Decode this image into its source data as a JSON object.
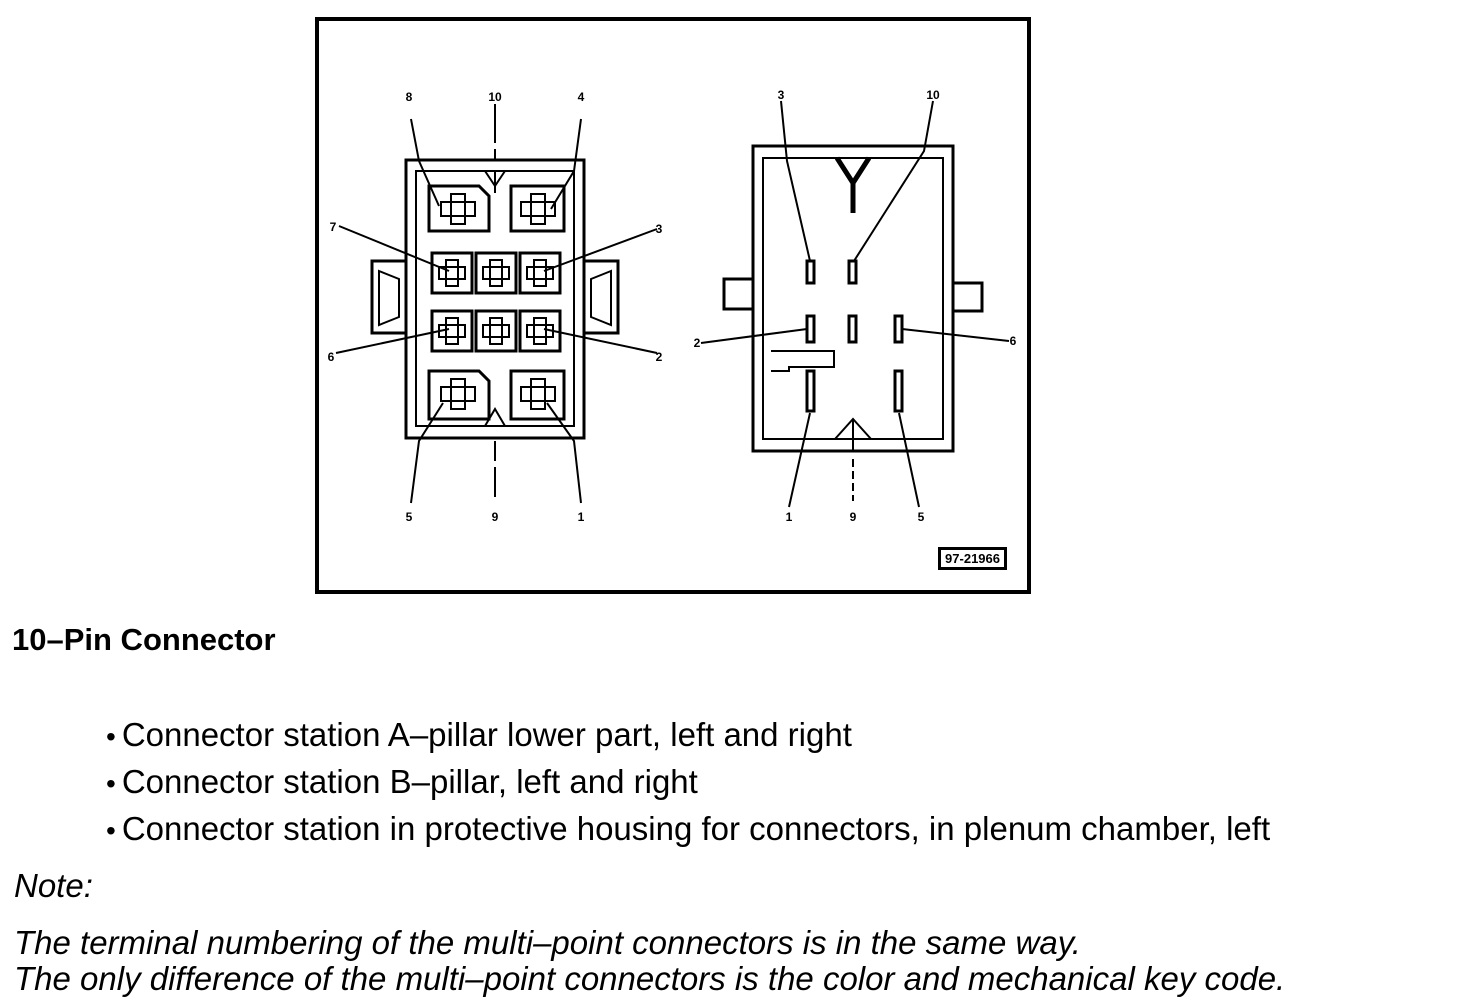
{
  "figure": {
    "ref_code": "97-21966",
    "left_connector": {
      "pin_labels": [
        "8",
        "10",
        "4",
        "7",
        "3",
        "6",
        "2",
        "5",
        "9",
        "1"
      ]
    },
    "right_connector": {
      "pin_labels": [
        "3",
        "10",
        "2",
        "6",
        "1",
        "9",
        "5"
      ]
    }
  },
  "heading": "10–Pin Connector",
  "bullets": [
    "Connector station A–pillar lower part, left and right",
    "Connector station B–pillar, left and right",
    "Connector station in protective housing for connectors, in plenum chamber, left"
  ],
  "bullet_glyph": "•",
  "note": {
    "label": "Note:",
    "lines": [
      "The terminal numbering of the multi–point connectors is in the same way.",
      "The only difference of the multi–point  connectors is the color and mechanical key code."
    ]
  }
}
